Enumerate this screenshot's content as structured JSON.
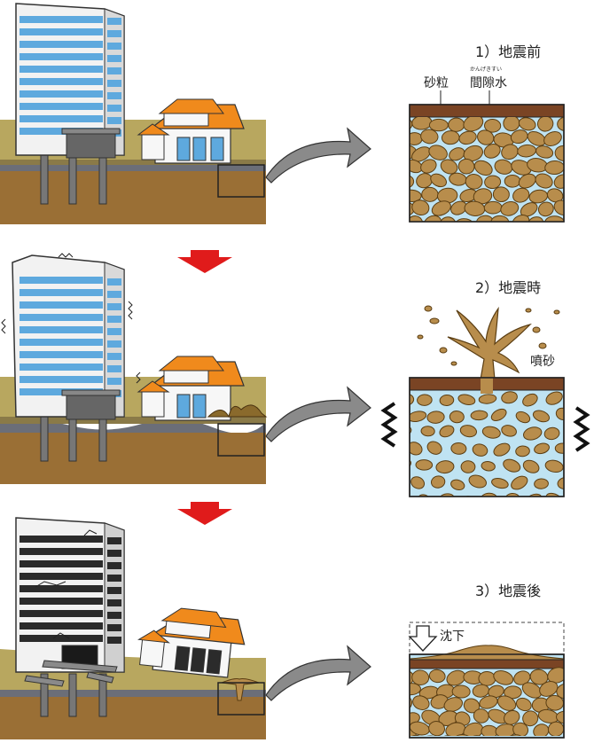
{
  "stages": [
    {
      "label": "1）地震前"
    },
    {
      "label": "2）地震時"
    },
    {
      "label": "3）地震後"
    }
  ],
  "labels": {
    "sand_grain": "砂粒",
    "pore_water": "間隙水",
    "pore_water_ruby": "かんげきすい",
    "sand_boil": "噴砂",
    "settlement": "沈下"
  },
  "colors": {
    "soil_olive": "#b8a75f",
    "soil_dark": "#8a6a2c",
    "soil_deep": "#9a6f35",
    "water_layer": "#6b6e78",
    "grain_fill": "#b88d4c",
    "grain_stroke": "#5a3d12",
    "pore_water_fill": "#bfe3f2",
    "crust": "#7a4424",
    "building_window": "#5ea9de",
    "building_frame": "#f2f2f2",
    "building_dark": "#2b2b2b",
    "roof_orange": "#f08a1c",
    "house_wall": "#f7f7f7",
    "red_arrow": "#e01b1b",
    "gray_arrow": "#8a8a8a"
  },
  "icons": [
    "earthquake-vibration-icon",
    "down-arrow-icon",
    "curved-arrow-icon",
    "hollow-down-arrow-icon"
  ]
}
